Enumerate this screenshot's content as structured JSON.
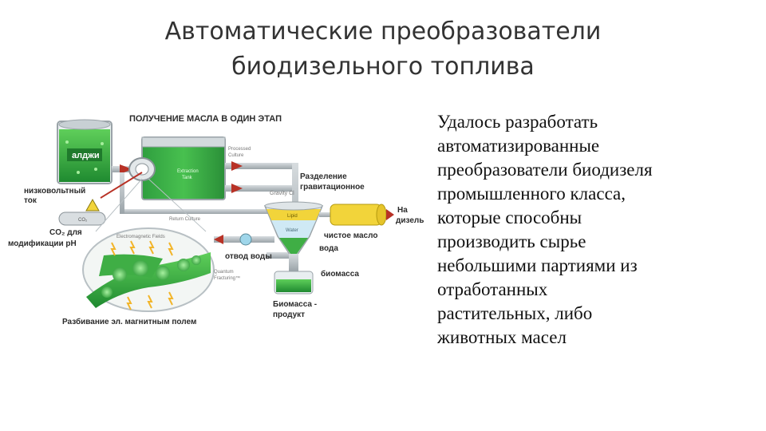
{
  "slide": {
    "title_lines": [
      "Автоматические преобразователи",
      "биодизельного топлива"
    ],
    "body_lines": [
      "Удалось разработать",
      "автоматизированные",
      "преобразователи биодизеля",
      "промышленного класса,",
      "которые способны",
      "производить сырье",
      "небольшими партиями из",
      "отработанных",
      "растительных, либо",
      "животных масел"
    ]
  },
  "diagram": {
    "header": "ПОЛУЧЕНИЕ МАСЛА В ОДИН ЭТАП",
    "algae_tank": "алджи",
    "low_voltage": [
      "низковольтный",
      "ток"
    ],
    "co2_label": [
      "CO₂ для",
      "модификации pH"
    ],
    "co2_small": "CO₂",
    "extraction_tank": [
      "Extraction",
      "Tank"
    ],
    "processed_culture": [
      "Processed",
      "Culture"
    ],
    "return_culture": "Return Culture",
    "gravity": "Gravity Cl",
    "separation": [
      "Разделение",
      "гравитационное"
    ],
    "lipid": "Lipid",
    "water": "Water",
    "to_diesel": [
      "На",
      "дизель"
    ],
    "clean_oil": "чистое масло",
    "water_label": "вода",
    "water_drain": "отвод воды",
    "biomass": "биомасса",
    "biomass_product": [
      "Биомасса -",
      "продукт"
    ],
    "em_fields": "Electromagnetic Fields",
    "quantum_fracturing": [
      "Quantum",
      "Fracturing™"
    ],
    "caption": "Разбивание эл. магнитным полем",
    "colors": {
      "green": "#2f9e3f",
      "light_green": "#6fd66a",
      "yellow": "#f2d43a",
      "water_blue": "#cfe9f5",
      "arrow_red": "#b83226",
      "pipe_grey": "#a9b1b5"
    }
  }
}
